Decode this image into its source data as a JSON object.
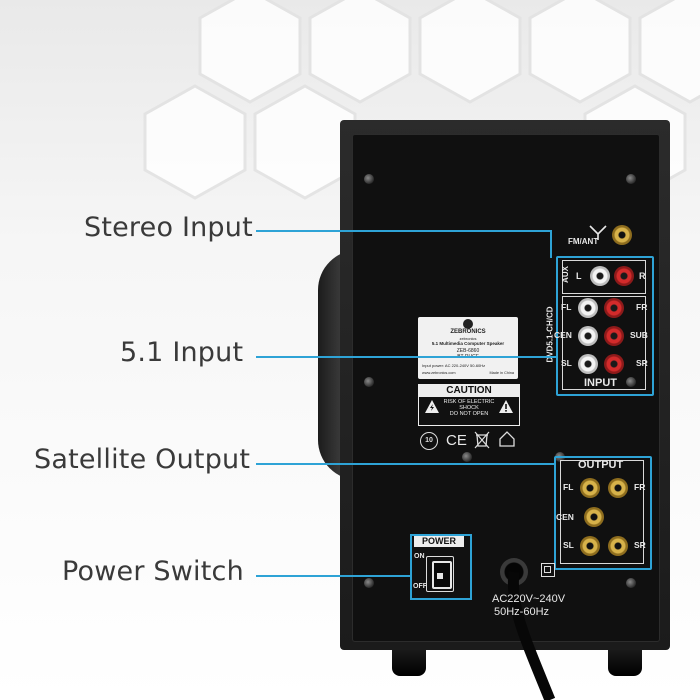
{
  "callouts": {
    "stereo_input": "Stereo Input",
    "input_51": "5.1 Input",
    "satellite_output": "Satellite Output",
    "power_switch": "Power Switch"
  },
  "panel": {
    "fm_ant": "FM/ANT",
    "aux": "AUX",
    "l": "L",
    "r": "R",
    "dvd": "DVD5.1-CH/CD",
    "fl": "FL",
    "fr": "FR",
    "cen": "CEN",
    "sub": "SUB",
    "sl": "SL",
    "sr": "SR",
    "input": "INPUT",
    "output": "OUTPUT",
    "power": "POWER",
    "on": "ON",
    "off": "OFF",
    "mains_1": "AC220V~240V",
    "mains_2": "50Hz-60Hz"
  },
  "label_plate": {
    "brand": "ZEBRONICS",
    "tagline": "zebronics",
    "product": "5.1 Multimedia Computer Speaker",
    "model": "ZEB-6860",
    "variant": "BT RUCF",
    "power_spec": "Input power:  AC 220-240V 50-60Hz",
    "website": "www.zebronics.com",
    "origin": "Made in China"
  },
  "caution": {
    "title": "CAUTION",
    "line1": "RISK OF ELECTRIC",
    "line2": "SHOCK",
    "line3": "DO NOT OPEN"
  },
  "marks": {
    "compliance": "10",
    "ce": "CE"
  },
  "colors": {
    "accent": "#2ea3d6",
    "cabinet": "#1b1b1b",
    "label_text": "#3a3a3a"
  }
}
